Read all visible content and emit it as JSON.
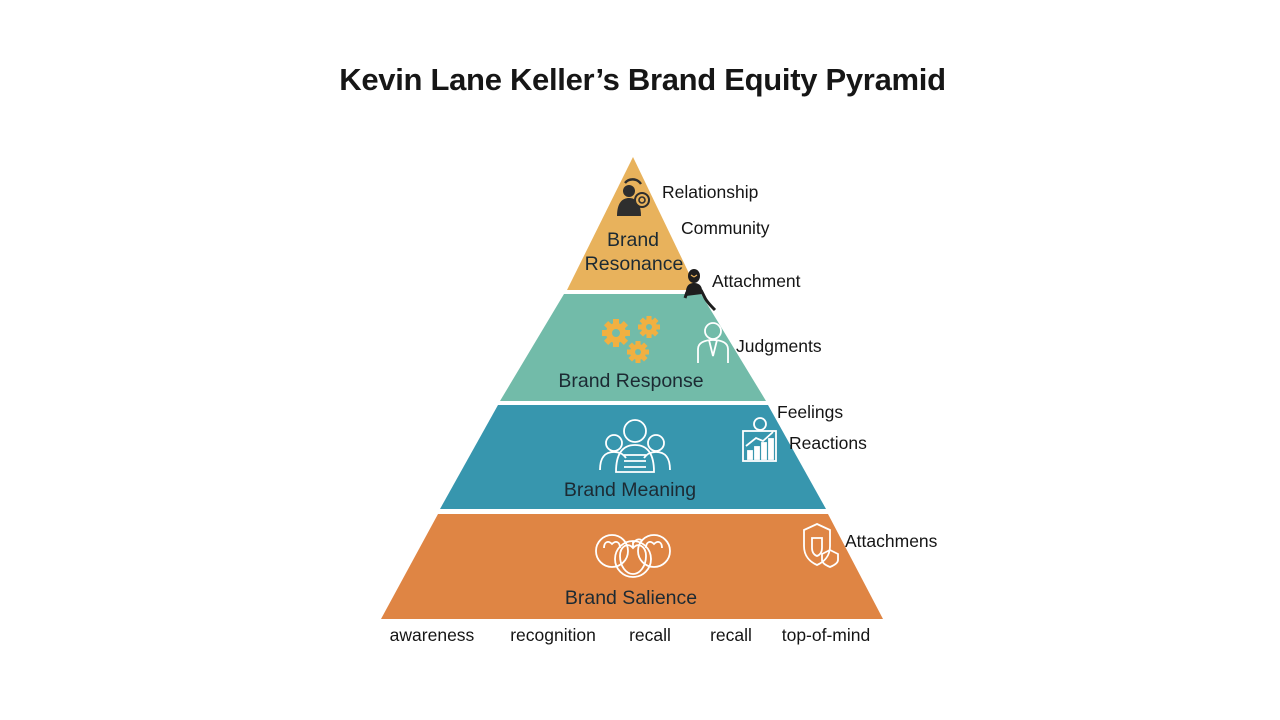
{
  "title": "Kevin Lane Keller’s Brand Equity Pyramid",
  "colors": {
    "resonance": "#E8B25C",
    "response": "#72BBA9",
    "meaning": "#3796AE",
    "salience": "#DF8544"
  },
  "tiers": {
    "resonance": {
      "line1": "Brand",
      "line2": "Resonance",
      "icon": "person-with-target-icon"
    },
    "response": {
      "label": "Brand Response",
      "icon": "gears-icon"
    },
    "meaning": {
      "label": "Brand Meaning",
      "icon": "group-of-people-icon"
    },
    "salience": {
      "label": "Brand Salience",
      "icon": "fruit-icon"
    }
  },
  "side_labels": {
    "relationship": "Relationship",
    "community": "Community",
    "attachment": "Attachment",
    "judgments": "Judgments",
    "feelings": "Feelings",
    "reactions": "Reactions",
    "attachmens": "Attachmens"
  },
  "side_icons": [
    "sitting-person-icon",
    "businessman-icon",
    "growth-chart-icon",
    "shield-badge-icon"
  ],
  "base_labels": [
    "awareness",
    "recognition",
    "recall",
    "recall",
    "top-of-mind"
  ]
}
